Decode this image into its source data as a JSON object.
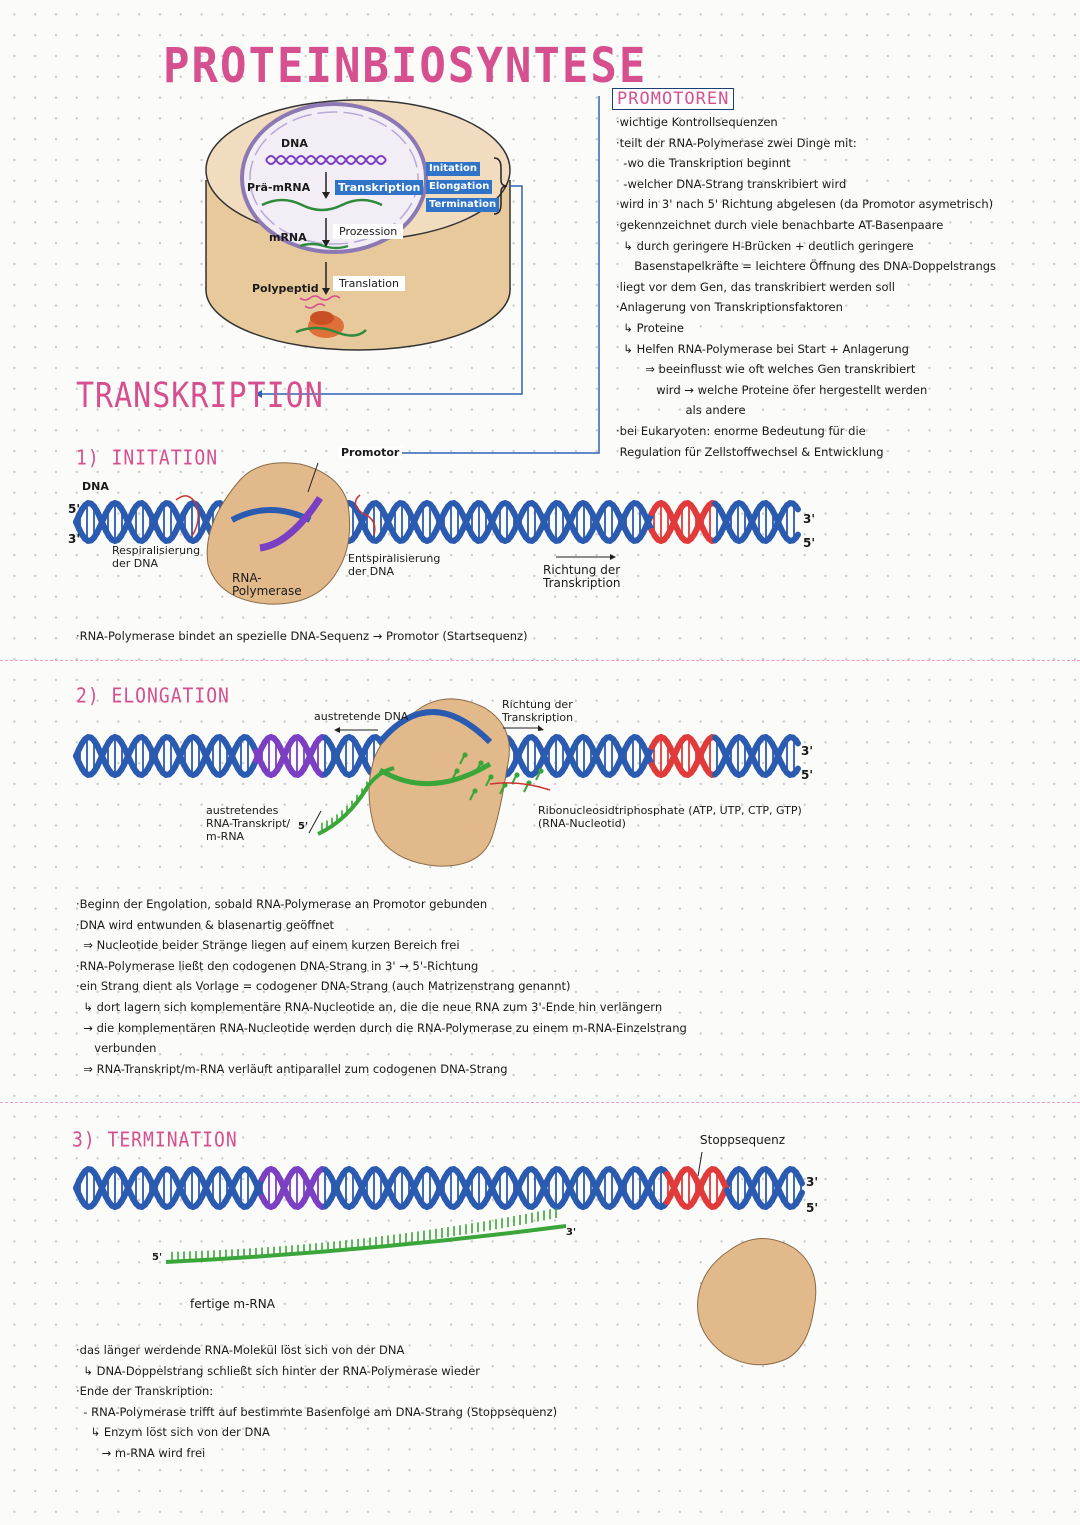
{
  "title": "PROTEINBIOSYNTESE",
  "cell": {
    "dna": "DNA",
    "pre_mrna": "Prä-mRNA",
    "mrna": "mRNA",
    "polypeptid": "Polypeptid",
    "transkription": "Transkription",
    "prozession": "Prozession",
    "translation": "Translation",
    "phases": [
      "Initation",
      "Elongation",
      "Termination"
    ]
  },
  "transkription_heading": "TRANSKRIPTION",
  "promotoren": {
    "title": "PROMOTOREN",
    "lines": [
      "·wichtige Kontrollsequenzen",
      "·teilt der RNA-Polymerase zwei Dinge mit:",
      "  -wo die Transkription beginnt",
      "  -welcher DNA-Strang transkribiert wird",
      "·wird in 3' nach 5' Richtung abgelesen (da Promotor asymetrisch)",
      "·gekennzeichnet durch viele benachbarte AT-Basenpaare",
      "  ↳ durch geringere H-Brücken + deutlich geringere",
      "     Basenstapelkräfte = leichtere Öffnung des DNA-Doppelstrangs",
      "·liegt vor dem Gen, das transkribiert werden soll",
      "·Anlagerung von Transkriptionsfaktoren",
      "  ↳ Proteine",
      "  ↳ Helfen RNA-Polymerase bei Start + Anlagerung",
      "        ⇒ beeinflusst wie oft welches Gen transkribiert",
      "           wird → welche Proteine öfer hergestellt werden",
      "                   als andere",
      "·bei Eukaryoten: enorme Bedeutung für die",
      " Regulation für Zellstoffwechsel & Entwicklung"
    ]
  },
  "initation": {
    "title": "1) INITATION",
    "dna": "DNA",
    "five": "5'",
    "three": "3'",
    "promotor": "Promotor",
    "respiral": "Respiralisierung\nder DNA",
    "polymerase": "RNA-\nPolymerase",
    "entspiral": "Entspiralisierung\nder DNA",
    "richtung": "Richtung der\nTranskription",
    "end3": "3'",
    "end5": "5'",
    "note": "·RNA-Polymerase bindet an spezielle DNA-Sequenz → Promotor (Startsequenz)"
  },
  "elongation": {
    "title": "2) ELONGATION",
    "austretende_dna": "austretende DNA",
    "richtung": "Richtung der\nTranskription",
    "transkript": "austretendes\nRNA-Transkript/\nm-RNA",
    "five": "5'",
    "ribo": "Ribonucleosidtriphosphate (ATP, UTP, CTP, GTP)\n(RNA-Nucleotid)",
    "end3": "3'",
    "end5": "5'",
    "notes": [
      "·Beginn der Engolation, sobald RNA-Polymerase an Promotor gebunden",
      "·DNA wird entwunden & blasenartig geöffnet",
      "  ⇒ Nucleotide beider Stränge liegen auf einem kurzen Bereich frei",
      "·RNA-Polymerase ließt den codogenen DNA-Strang in 3' → 5'-Richtung",
      "·ein Strang dient als Vorlage = codogener DNA-Strang (auch Matrizenstrang genannt)",
      "  ↳ dort lagern sich komplementäre RNA-Nucleotide an, die die neue RNA zum 3'-Ende hin verlängern",
      "  → die komplementären RNA-Nucleotide werden durch die RNA-Polymerase zu einem m-RNA-Einzelstrang",
      "     verbunden",
      "  ⇒ RNA-Transkript/m-RNA verläuft antiparallel zum codogenen DNA-Strang"
    ]
  },
  "termination": {
    "title": "3) TERMINATION",
    "stopp": "Stoppsequenz",
    "end3": "3'",
    "end5": "5'",
    "five": "5'",
    "three": "3'",
    "fertige": "fertige m-RNA",
    "notes": [
      "·das länger werdende RNA-Molekül löst sich von der DNA",
      "  ↳ DNA-Doppelstrang schließt sich hinter der RNA-Polymerase wieder",
      "·Ende der Transkription:",
      "  - RNA-Polymerase trifft auf bestimmte Basenfolge am DNA-Strang (Stoppsequenz)",
      "    ↳ Enzym löst sich von der DNA",
      "       → m-RNA wird frei"
    ]
  },
  "colors": {
    "accent_pink": "#d64f8e",
    "dna_blue": "#2a5bb0",
    "promotor_purple": "#7b3fc4",
    "stop_red": "#e03a3a",
    "rna_green": "#3aa63a",
    "polymerase": "#e2b98a",
    "box_blue": "#2f74c9"
  }
}
